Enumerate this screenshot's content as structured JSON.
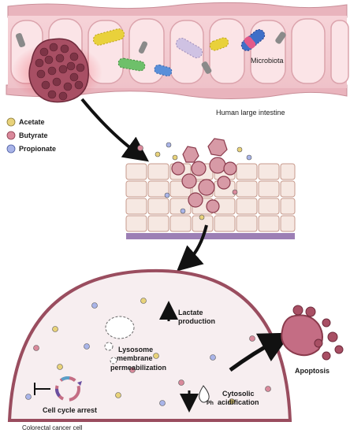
{
  "labels": {
    "microbiota": "Microbiota",
    "intestine": "Human large intestine",
    "lactate_1": "Lactate",
    "lactate_2": "production",
    "lysosome_1": "Lysosome",
    "lysosome_2": "membrane",
    "lysosome_3": "permeabilization",
    "cytosolic_1": "Cytosolic",
    "cytosolic_2": "acidification",
    "ph": "Ph",
    "cell_cycle": "Cell cycle arrest",
    "apoptosis": "Apoptosis",
    "cancer_cell": "Colorectal cancer cell"
  },
  "legend": [
    {
      "label": "Acetate",
      "color": "#e8d27a"
    },
    {
      "label": "Butyrate",
      "color": "#d9899b"
    },
    {
      "label": "Propionate",
      "color": "#a9b4e8"
    }
  ],
  "colors": {
    "intestine_wall": "#f3c9cf",
    "intestine_outline": "#d9a7ae",
    "tumor": "#a84f64",
    "tumor_dark": "#6e2a3b",
    "tissue_cell": "#f6e8e2",
    "cell_border": "#9a4d5f",
    "cell_fill": "#f7eef0",
    "apoptotic": "#c46d84"
  }
}
